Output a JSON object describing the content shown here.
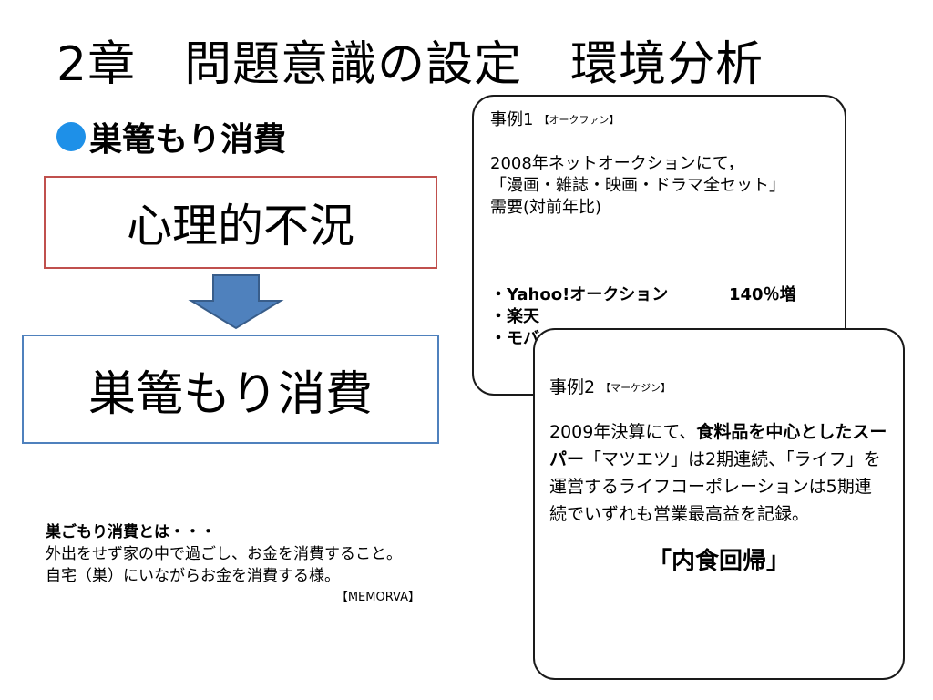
{
  "slide": {
    "title": "2章　問題意識の設定　環境分析",
    "bullet": "巣篭もり消費",
    "box_top": "心理的不況",
    "box_bottom": "巣篭もり消費",
    "definition": {
      "heading": "巣ごもり消費とは・・・",
      "line1": "外出をせず家の中で過ごし、お金を消費すること。",
      "line2": "自宅（巣）にいながらお金を消費する様。",
      "source": "【MEMORVA】"
    }
  },
  "case1": {
    "label": "事例1",
    "source": "【オークファン】",
    "line1": "2008年ネットオークションにて，",
    "line2": "「漫画・雑誌・映画・ドラマ全セット」",
    "line3": "需要(対前年比)",
    "rows": [
      {
        "name": "・Yahoo!オークション",
        "value": "140％増"
      },
      {
        "name": "・楽天",
        "value": ""
      },
      {
        "name": "・モバ",
        "value": ""
      }
    ]
  },
  "case2": {
    "label": "事例2",
    "source": "【マーケジン】",
    "text_a": "2009年決算にて、",
    "text_b": "食料品を中心としたスーパー",
    "text_c": "「マツエツ」は2期連続、「ライフ」を運営するライフコーポレーションは5期連続でいずれも営業最高益を記録。",
    "catchphrase": "「内食回帰」"
  },
  "colors": {
    "bullet": "#1E90E8",
    "box_top_border": "#C0504D",
    "box_bottom_border": "#4F81BD",
    "arrow_fill": "#4F81BD",
    "arrow_stroke": "#385D8A"
  }
}
